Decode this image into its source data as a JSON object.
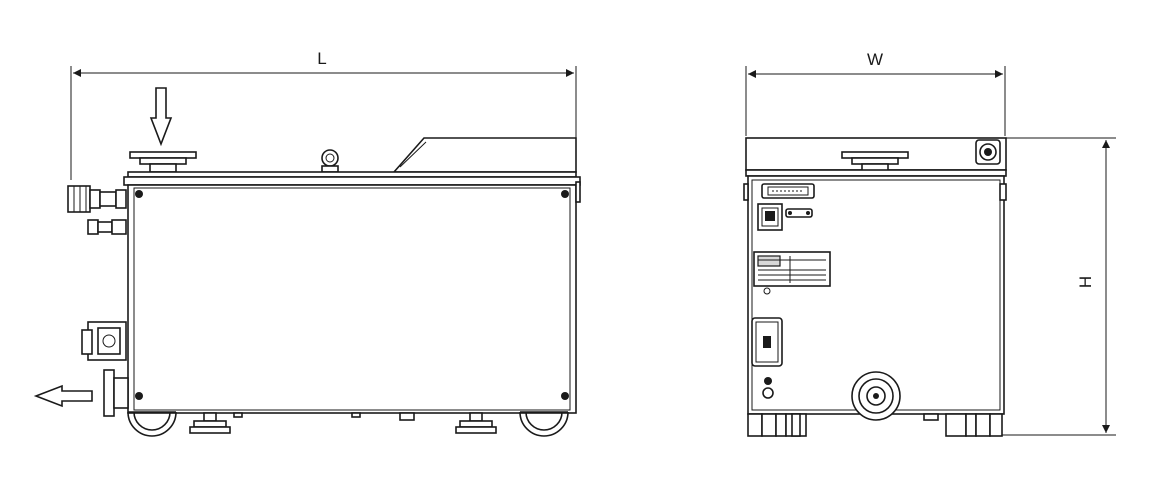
{
  "dimensions": {
    "length": "L",
    "width": "W",
    "height": "H"
  },
  "colors": {
    "line": "#1a1a1a",
    "background": "#ffffff"
  }
}
